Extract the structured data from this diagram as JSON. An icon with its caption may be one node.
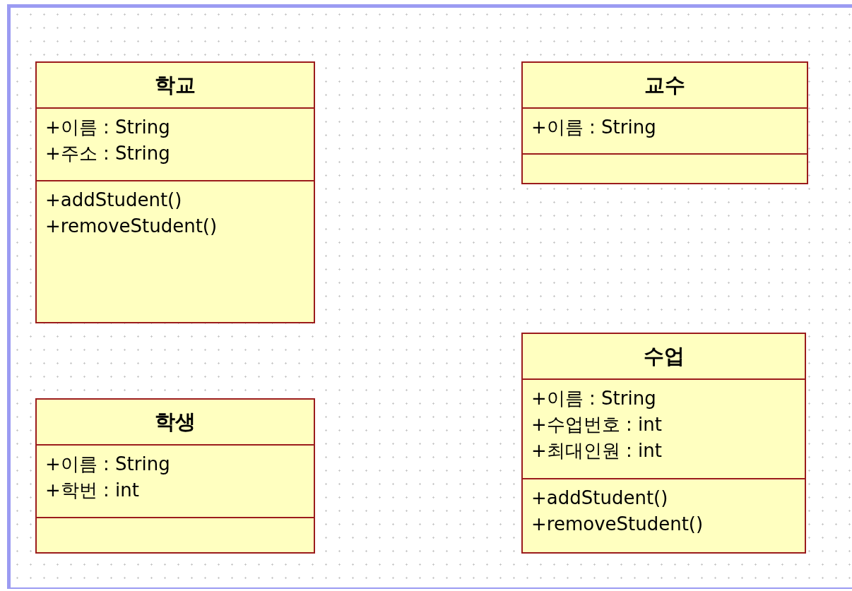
{
  "diagram": {
    "nodes": [
      {
        "text": [
          "학교"
        ]
      },
      {
        "text": [
          "+이름 : String",
          "+주소 : String"
        ],
        "in": 0
      },
      {
        "text": [
          "+addStudent()",
          "+removeStudent()"
        ],
        "in": 0
      },
      {
        "text": [
          "교수"
        ]
      },
      {
        "text": [
          "+이름 : String"
        ],
        "in": 3
      },
      {
        "text": [],
        "shape": "box",
        "in": 3
      },
      {
        "text": [
          "학생"
        ]
      },
      {
        "text": [
          "+이름 : String",
          "+학번 : int"
        ],
        "in": 6
      },
      {
        "text": [],
        "shape": "box",
        "in": 6
      },
      {
        "text": [
          "수업"
        ]
      },
      {
        "text": [
          "+이름 : String",
          "+수업번호 : int",
          "+최대인원 : int"
        ],
        "in": 9
      },
      {
        "text": [
          "+addStudent()",
          "+removeStudent()"
        ],
        "in": 9
      }
    ]
  }
}
